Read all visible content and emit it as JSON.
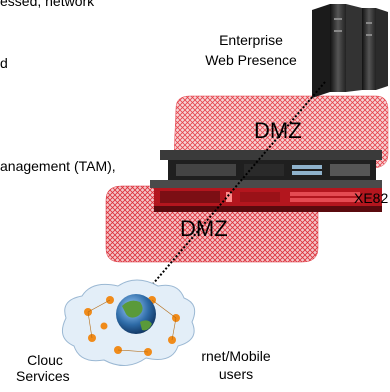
{
  "texts": {
    "top_left": "essed, network",
    "left_d": "d",
    "management": "anagement (TAM),",
    "enterprise_line1": "Enterprise",
    "enterprise_line2": "Web Presence",
    "xe_label": "XE82",
    "cloud_line1": "Clouc",
    "cloud_line2": "Services",
    "mobile_line1": "rnet/Mobile",
    "mobile_line2": "users"
  },
  "zones": [
    {
      "label": "DMZ"
    },
    {
      "label": "DMZ"
    }
  ],
  "colors": {
    "dmz_fill": "#f6d4d6",
    "dmz_hatch": "#e6424b",
    "server_body": "#2b2b2b",
    "appliance_accent": "#c0161d",
    "link_line": "#000000",
    "globe": "#2d6aa6"
  },
  "icons": [
    "enterprise-server-icon",
    "appliance-stack-icon",
    "cloud-network-icon",
    "globe-icon"
  ]
}
